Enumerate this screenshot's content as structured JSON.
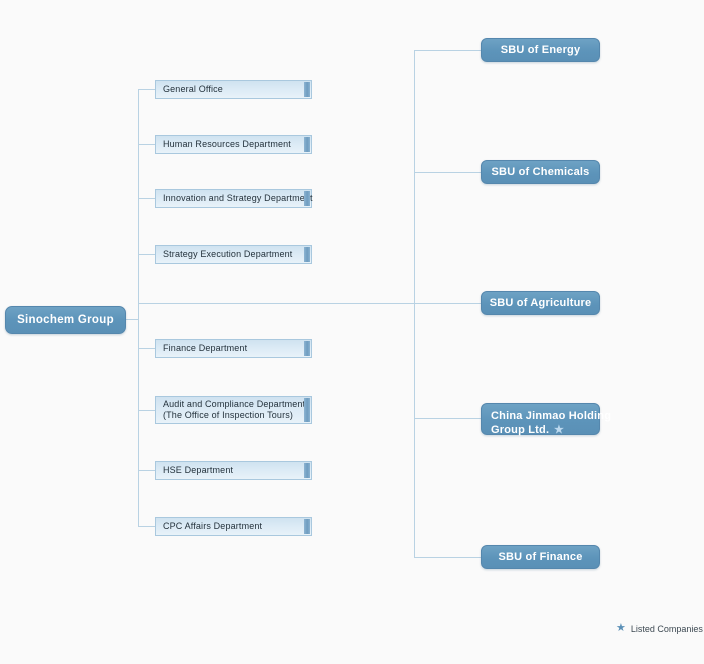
{
  "chart": {
    "title_node": "Sinochem Group",
    "departments": [
      {
        "id": "general-office",
        "lines": [
          "General Office"
        ]
      },
      {
        "id": "human-resources",
        "lines": [
          "Human Resources Department"
        ]
      },
      {
        "id": "innovation-strategy",
        "lines": [
          "Innovation and Strategy Department"
        ]
      },
      {
        "id": "strategy-execution",
        "lines": [
          "Strategy Execution Department"
        ]
      },
      {
        "id": "finance",
        "lines": [
          "Finance Department"
        ]
      },
      {
        "id": "audit-compliance",
        "lines": [
          "Audit and Compliance Department",
          "(The Office of Inspection Tours)"
        ]
      },
      {
        "id": "hse",
        "lines": [
          "HSE Department"
        ]
      },
      {
        "id": "cpc-affairs",
        "lines": [
          "CPC Affairs Department"
        ]
      }
    ],
    "business_units": [
      {
        "id": "sbu-energy",
        "lines": [
          "SBU of Energy"
        ],
        "listed": false
      },
      {
        "id": "sbu-chemicals",
        "lines": [
          "SBU of Chemicals"
        ],
        "listed": false
      },
      {
        "id": "sbu-agriculture",
        "lines": [
          "SBU of Agriculture"
        ],
        "listed": false
      },
      {
        "id": "jinmao",
        "lines": [
          "China Jinmao Holding",
          "Group Ltd."
        ],
        "listed": true
      },
      {
        "id": "sbu-finance",
        "lines": [
          "SBU of Finance"
        ],
        "listed": false
      }
    ],
    "legend": {
      "star": "★",
      "label": "Listed Companies"
    },
    "colors": {
      "node_primary": "#5d94ba",
      "node_secondary": "#d9e9f4",
      "connector": "#b9d2e3",
      "accent_bar": "#7ba6c8",
      "background": "#fafafa"
    }
  }
}
